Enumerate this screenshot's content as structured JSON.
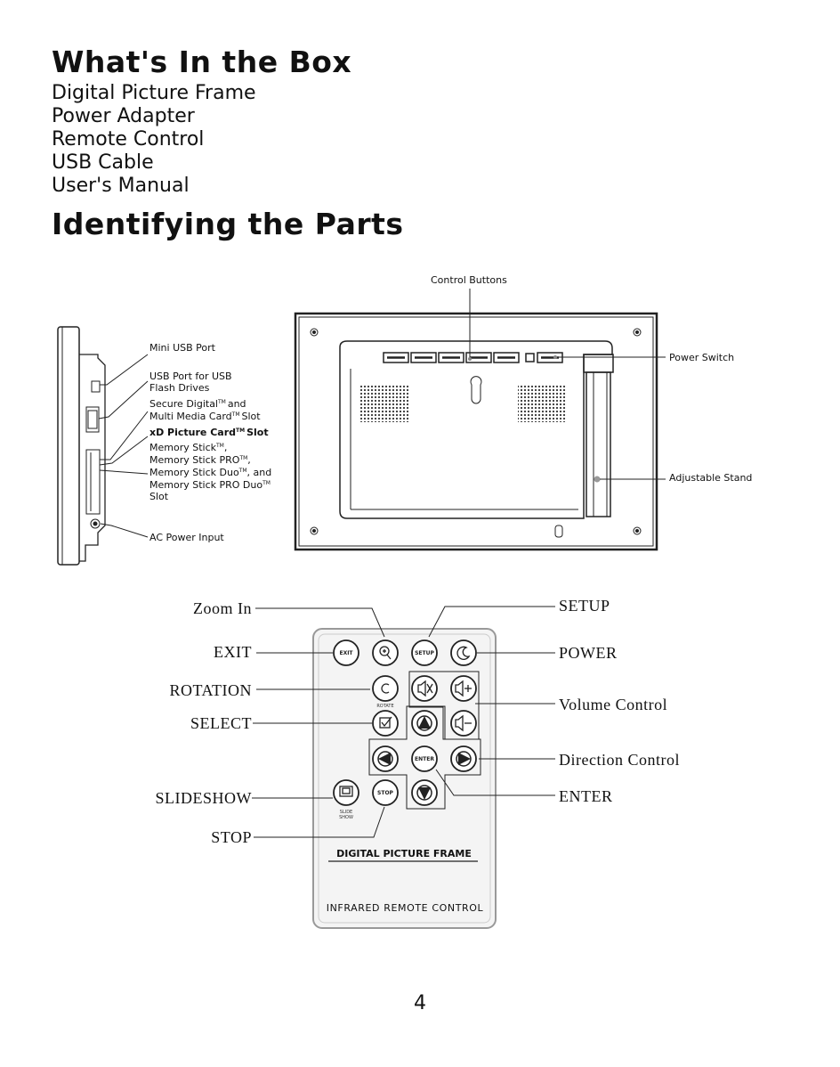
{
  "box": {
    "title": "What's In the Box",
    "items": [
      "Digital Picture Frame",
      "Power Adapter",
      "Remote Control",
      "USB Cable",
      "User's Manual"
    ]
  },
  "parts": {
    "title": "Identifying the Parts",
    "frame_labels": {
      "control_buttons": "Control Buttons",
      "power_switch": "Power Switch",
      "adjustable_stand": "Adjustable Stand",
      "mini_usb": "Mini USB Port",
      "usb_port_1": "USB Port for USB",
      "usb_port_2": "Flash Drives",
      "sd_1": "Secure Digital",
      "sd_1b": "and",
      "sd_2": "Multi Media Card",
      "sd_2b": "Slot",
      "xd": "xD Picture Card",
      "xd_b": "Slot",
      "ms_1": "Memory Stick",
      "ms_1b": ",",
      "ms_2": "Memory Stick PRO",
      "ms_2b": ",",
      "ms_3": "Memory Stick Duo",
      "ms_3b": ", and",
      "ms_4": "Memory Stick PRO Duo",
      "ms_5": "Slot",
      "ac": "AC Power Input",
      "tm": "TM"
    },
    "remote_labels": {
      "zoom_in": "Zoom In",
      "exit": "EXIT",
      "rotation": "ROTATION",
      "select": "SELECT",
      "slideshow": "SLIDESHOW",
      "stop": "STOP",
      "setup": "SETUP",
      "power": "POWER",
      "volume": "Volume Control",
      "direction": "Direction Control",
      "enter": "ENTER"
    },
    "remote_buttons": {
      "exit": "EXIT",
      "setup": "SETUP",
      "rotate": "ROTATE",
      "enter": "ENTER",
      "stop": "STOP",
      "slide": "SLIDE",
      "show": "SHOW",
      "brand": "DIGITAL PICTURE FRAME",
      "footer": "INFRARED REMOTE CONTROL"
    }
  },
  "page_number": "4",
  "colors": {
    "text": "#111111",
    "line": "#222222",
    "remote_fill": "#f4f4f4"
  }
}
